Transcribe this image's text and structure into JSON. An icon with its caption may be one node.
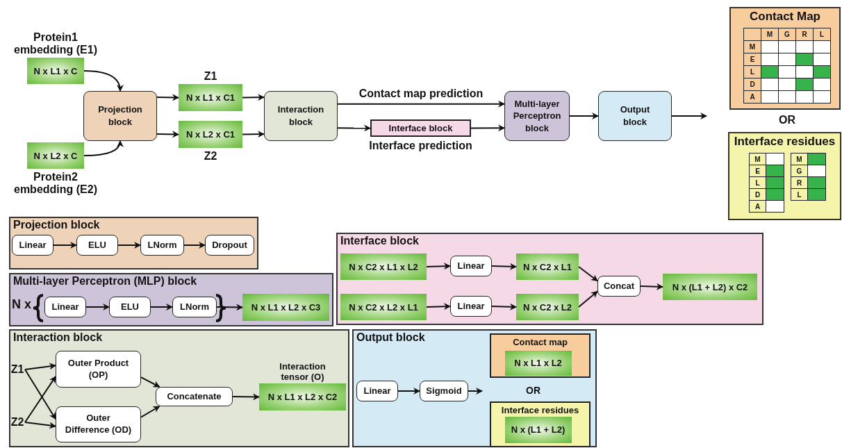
{
  "diagram": {
    "nodes": [
      {
        "text": [
          "Protein1 embedding (E1)",
          "N x L1 x C"
        ]
      },
      {
        "text": [
          "N x L2 x C",
          "Protein2 embedding (E2)"
        ]
      },
      {
        "text": [
          "Projection block"
        ]
      },
      {
        "text": [
          "Z1",
          "N x L1 x C1"
        ]
      },
      {
        "text": [
          "N x L2 x C1",
          "Z2"
        ]
      },
      {
        "text": [
          "Interaction block"
        ]
      },
      {
        "text": [
          "Interface block"
        ],
        "beside": [
          "Interface prediction"
        ]
      },
      {
        "text": [
          "Multi-layer Perceptron block"
        ]
      },
      {
        "text": [
          "Output block"
        ]
      },
      {
        "text": [
          "Contact Map"
        ]
      },
      {
        "text": [
          "Interface residues"
        ]
      },
      {
        "text": [
          "Projection block"
        ]
      },
      {
        "text": [
          "Linear"
        ],
        "in": 11
      },
      {
        "text": [
          "ELU"
        ],
        "in": 11
      },
      {
        "text": [
          "LNorm"
        ],
        "in": 11
      },
      {
        "text": [
          "Dropout"
        ],
        "in": 11
      },
      {
        "text": [
          "Multi-layer Perceptron (MLP) block"
        ]
      },
      {
        "text": [
          "Linear"
        ],
        "in": 16
      },
      {
        "text": [
          "ELU"
        ],
        "in": 16
      },
      {
        "text": [
          "LNorm"
        ],
        "in": 16
      },
      {
        "text": [
          "N x L1 x L2 x C3"
        ],
        "in": 16
      },
      {
        "text": [
          "Interaction block"
        ]
      },
      {
        "text": [
          "Z1"
        ],
        "in": 21
      },
      {
        "text": [
          "Z2"
        ],
        "in": 21
      },
      {
        "text": [
          "Outer Product (OP)"
        ],
        "in": 21
      },
      {
        "text": [
          "Outer Difference (OD)"
        ],
        "in": 21
      },
      {
        "text": [
          "Concatenate"
        ],
        "in": 21
      },
      {
        "text": [
          "Interaction tensor (O)",
          "N x L1 x L2 x C2"
        ],
        "in": 21
      },
      {
        "text": [
          "Interface block"
        ]
      },
      {
        "text": [
          "N x C2 x L1 x L2"
        ],
        "in": 28
      },
      {
        "text": [
          "Linear"
        ],
        "in": 28
      },
      {
        "text": [
          "N x C2 x L1"
        ],
        "in": 28
      },
      {
        "text": [
          "N x C2 x L2 x L1"
        ],
        "in": 28
      },
      {
        "text": [
          "Linear"
        ],
        "in": 28
      },
      {
        "text": [
          "N x C2 x L2"
        ],
        "in": 28
      },
      {
        "text": [
          "Concat"
        ],
        "in": 28
      },
      {
        "text": [
          "N x (L1 + L2) x C2"
        ],
        "in": 28
      },
      {
        "text": [
          "Output block"
        ]
      },
      {
        "text": [
          "Linear"
        ],
        "in": 37
      },
      {
        "text": [
          "Sigmoid"
        ],
        "in": 37
      },
      {
        "text": [
          "Contact map"
        ],
        "in": 37
      },
      {
        "text": [
          "N x L1 x L2"
        ],
        "in": 40
      },
      {
        "text": [
          "Interface residues"
        ],
        "in": 37
      },
      {
        "text": [
          "N x (L1 + L2)"
        ],
        "in": 42
      }
    ],
    "edges": [
      {
        "from": 0,
        "to": 2,
        "arrow": "to"
      },
      {
        "from": 1,
        "to": 2,
        "arrow": "to"
      },
      {
        "from": 2,
        "to": 3,
        "arrow": "to"
      },
      {
        "from": 2,
        "to": 4,
        "arrow": "to"
      },
      {
        "from": 3,
        "to": 5,
        "arrow": "to"
      },
      {
        "from": 4,
        "to": 5,
        "arrow": "to"
      },
      {
        "from": 5,
        "to": 7,
        "arrow": "to",
        "label": "Contact map prediction"
      },
      {
        "from": 5,
        "to": 6,
        "arrow": "to"
      },
      {
        "from": 6,
        "to": 7,
        "arrow": "to"
      },
      {
        "from": 7,
        "to": 8,
        "arrow": "to"
      },
      {
        "from": 8,
        "to": null,
        "arrow": "to"
      },
      {
        "from": 12,
        "to": 13,
        "arrow": "to"
      },
      {
        "from": 13,
        "to": 14,
        "arrow": "to"
      },
      {
        "from": 14,
        "to": 15,
        "arrow": "to"
      },
      {
        "from": 17,
        "to": 18,
        "arrow": "to"
      },
      {
        "from": 18,
        "to": 19,
        "arrow": "to"
      },
      {
        "from": 19,
        "to": 20,
        "arrow": "to"
      },
      {
        "from": 22,
        "to": 24,
        "arrow": "to"
      },
      {
        "from": 22,
        "to": 25,
        "arrow": "to"
      },
      {
        "from": 23,
        "to": 24,
        "arrow": "to"
      },
      {
        "from": 23,
        "to": 25,
        "arrow": "to"
      },
      {
        "from": 24,
        "to": 26,
        "arrow": "to"
      },
      {
        "from": 25,
        "to": 26,
        "arrow": "to"
      },
      {
        "from": 26,
        "to": 27,
        "arrow": "to"
      },
      {
        "from": 29,
        "to": 30,
        "arrow": "to"
      },
      {
        "from": 30,
        "to": 31,
        "arrow": "to"
      },
      {
        "from": 32,
        "to": 33,
        "arrow": "to"
      },
      {
        "from": 33,
        "to": 34,
        "arrow": "to"
      },
      {
        "from": 31,
        "to": 35,
        "arrow": "to"
      },
      {
        "from": 34,
        "to": 35,
        "arrow": "to"
      },
      {
        "from": 35,
        "to": 36,
        "arrow": "to"
      },
      {
        "from": 38,
        "to": 39,
        "arrow": "to"
      },
      {
        "from": 39,
        "to": null,
        "arrow": "to"
      }
    ],
    "labels": [
      "M",
      "G",
      "R",
      "L",
      "M",
      "E",
      "L",
      "D",
      "A",
      "OR",
      "M",
      "E",
      "L",
      "D",
      "A",
      "M",
      "G",
      "R",
      "L",
      "N x",
      "OR"
    ]
  }
}
